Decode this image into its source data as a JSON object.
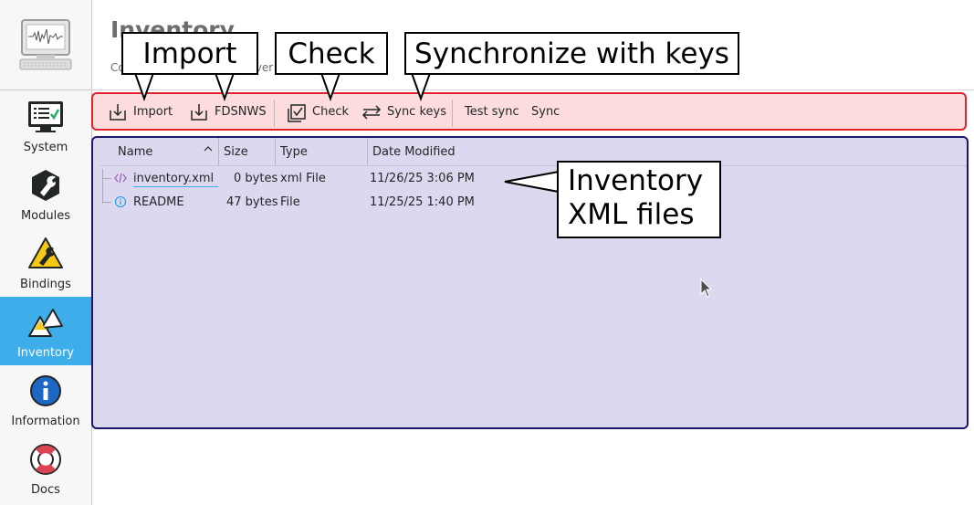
{
  "page": {
    "title": "Inventory",
    "subtitle": "Co",
    "subtitle_tail": "ver"
  },
  "sidebar": {
    "items": [
      {
        "label": "System",
        "icon": "system-monitor-icon"
      },
      {
        "label": "Modules",
        "icon": "modules-icon"
      },
      {
        "label": "Bindings",
        "icon": "bindings-icon"
      },
      {
        "label": "Inventory",
        "icon": "inventory-icon",
        "active": true
      },
      {
        "label": "Information",
        "icon": "information-icon"
      },
      {
        "label": "Docs",
        "icon": "docs-lifebuoy-icon"
      }
    ]
  },
  "toolbar": {
    "import": "Import",
    "fdsnws": "FDSNWS",
    "check": "Check",
    "sync_keys": "Sync keys",
    "test_sync": "Test sync",
    "sync": "Sync"
  },
  "files": {
    "columns": {
      "name": "Name",
      "size": "Size",
      "type": "Type",
      "date": "Date Modified"
    },
    "rows": [
      {
        "name": "inventory.xml",
        "size": "0 bytes",
        "type": "xml File",
        "date": "11/26/25 3:06 PM",
        "icon": "xml-code-icon"
      },
      {
        "name": "README",
        "size": "47 bytes",
        "type": "File",
        "date": "11/25/25 1:40 PM",
        "icon": "info-icon"
      }
    ]
  },
  "callouts": {
    "import": "Import",
    "check": "Check",
    "sync_keys": "Synchronize with keys",
    "inventory_line1": "Inventory",
    "inventory_line2": "XML files"
  },
  "colors": {
    "accent": "#3daee9",
    "toolbar_highlight": "#fcdcdc",
    "toolbar_border": "#e0242a",
    "pane_highlight": "#dcd8ef",
    "pane_border": "#1a1770"
  }
}
